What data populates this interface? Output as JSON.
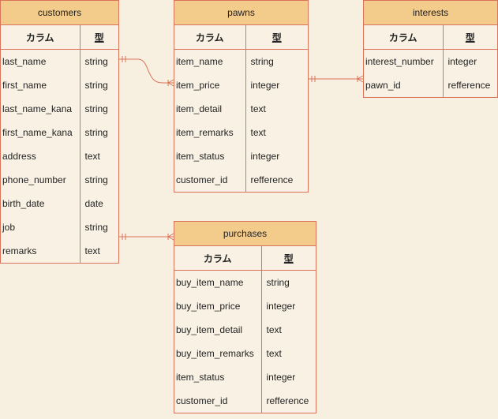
{
  "header": {
    "column_label": "カラム",
    "type_label": "型"
  },
  "entities": {
    "customers": {
      "title": "customers",
      "rows": [
        {
          "name": "last_name",
          "type": "string"
        },
        {
          "name": "first_name",
          "type": "string"
        },
        {
          "name": "last_name_kana",
          "type": "string"
        },
        {
          "name": "first_name_kana",
          "type": "string"
        },
        {
          "name": "address",
          "type": "text"
        },
        {
          "name": "phone_number",
          "type": "string"
        },
        {
          "name": "birth_date",
          "type": "date"
        },
        {
          "name": "job",
          "type": "string"
        },
        {
          "name": "remarks",
          "type": "text"
        }
      ]
    },
    "pawns": {
      "title": "pawns",
      "rows": [
        {
          "name": "item_name",
          "type": "string"
        },
        {
          "name": "item_price",
          "type": "integer"
        },
        {
          "name": "item_detail",
          "type": "text"
        },
        {
          "name": "item_remarks",
          "type": "text"
        },
        {
          "name": "item_status",
          "type": "integer"
        },
        {
          "name": "customer_id",
          "type": "refference"
        }
      ]
    },
    "interests": {
      "title": "interests",
      "rows": [
        {
          "name": "interest_number",
          "type": "integer"
        },
        {
          "name": "pawn_id",
          "type": "refference"
        }
      ]
    },
    "purchases": {
      "title": "purchases",
      "rows": [
        {
          "name": "buy_item_name",
          "type": "string"
        },
        {
          "name": "buy_item_price",
          "type": "integer"
        },
        {
          "name": "buy_item_detail",
          "type": "text"
        },
        {
          "name": "buy_item_remarks",
          "type": "text"
        },
        {
          "name": "item_status",
          "type": "integer"
        },
        {
          "name": "customer_id",
          "type": "refference"
        }
      ]
    }
  },
  "colors": {
    "border": "#d9735a",
    "header": "#f3cc8c",
    "background": "#f7f0e0"
  }
}
